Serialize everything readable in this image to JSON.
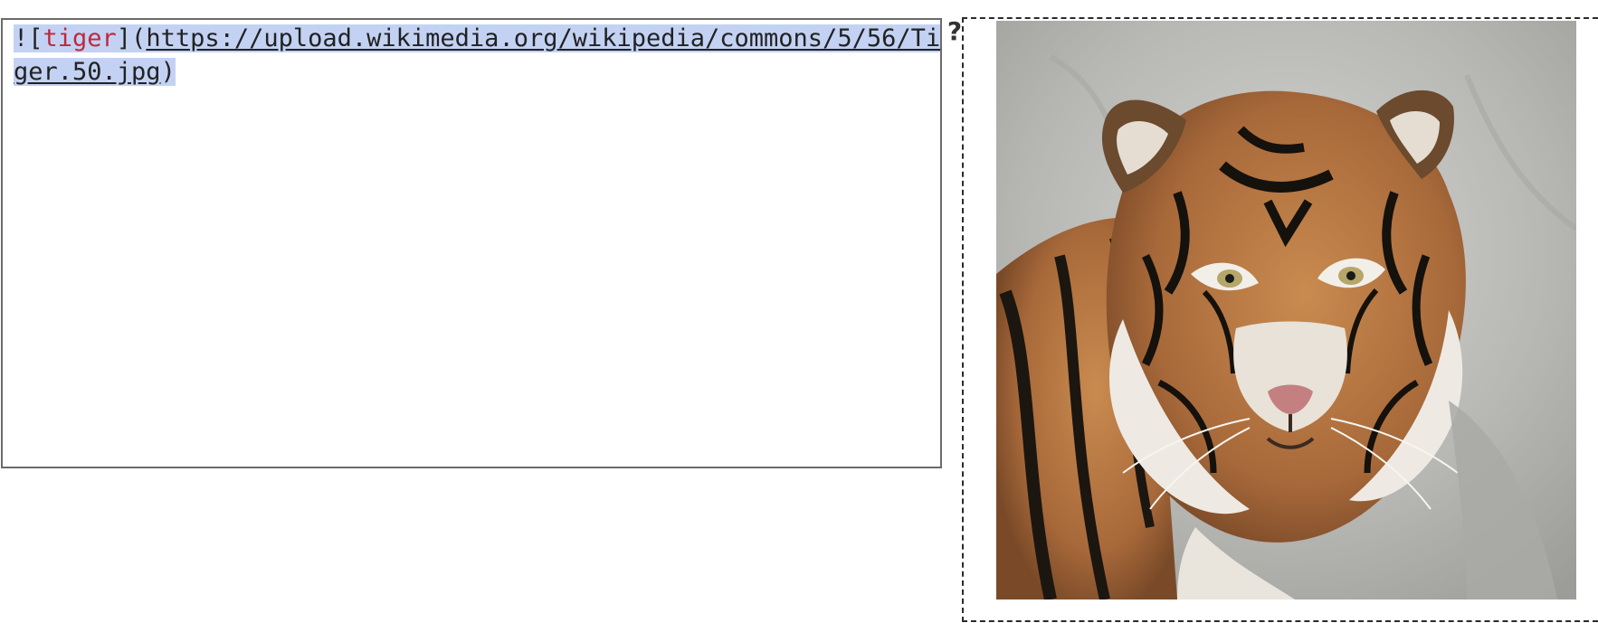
{
  "editor": {
    "line_prefix": "![",
    "alt_text": "tiger",
    "alt_close": "](",
    "url": "https://upload.wikimedia.org/wikipedia/commons/5/56/Tiger.50.jpg",
    "line_suffix": ")"
  },
  "help": {
    "glyph": "?"
  },
  "preview": {
    "image_alt": "tiger",
    "icon": "tiger-photo"
  },
  "colors": {
    "selection": "#c3d2f3",
    "alt_text": "#c0283e",
    "editor_border": "#6b6b6b"
  }
}
